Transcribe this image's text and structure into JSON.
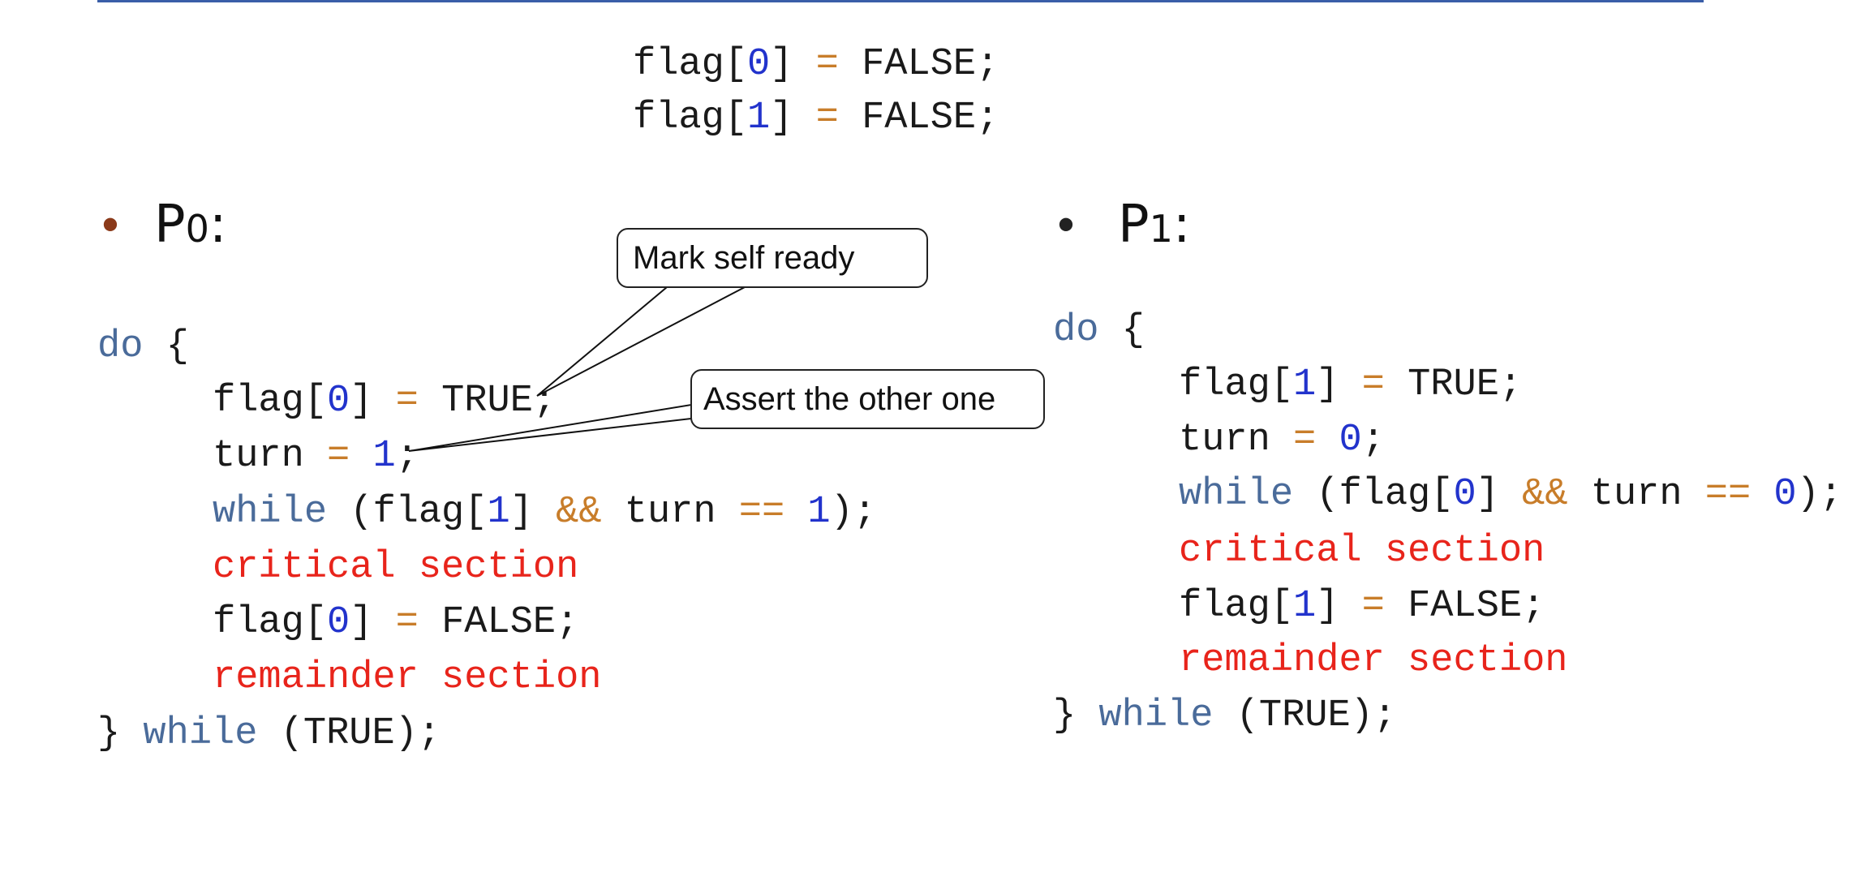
{
  "colors": {
    "rule": "#3a5ea8",
    "bullet_p0": "#8b3a1a",
    "bullet_p1": "#222222"
  },
  "init": {
    "line1": {
      "a": "flag[",
      "n": "0",
      "b": "] ",
      "op": "=",
      "c": " FALSE;"
    },
    "line2": {
      "a": "flag[",
      "n": "1",
      "b": "] ",
      "op": "=",
      "c": " FALSE;"
    }
  },
  "p0": {
    "label": "P",
    "sub": "0",
    "colon": ":",
    "do_kw": "do",
    "brace_open": " {",
    "l1": {
      "a": "flag[",
      "n": "0",
      "b": "] ",
      "op": "=",
      "c": " TRUE;"
    },
    "l2": {
      "a": "turn ",
      "op": "=",
      "sp": " ",
      "n": "1",
      "c": ";"
    },
    "l3": {
      "kw": "while",
      "a": " (flag[",
      "n1": "1",
      "b": "] ",
      "op1": "&&",
      "c": " turn ",
      "op2": "==",
      "sp": " ",
      "n2": "1",
      "d": ");"
    },
    "l4": "critical section",
    "l5": {
      "a": "flag[",
      "n": "0",
      "b": "] ",
      "op": "=",
      "c": " FALSE;"
    },
    "l6": "remainder section",
    "close": {
      "a": "} ",
      "kw": "while",
      "b": " (TRUE);"
    }
  },
  "p1": {
    "label": "P",
    "sub": "1",
    "colon": ":",
    "do_kw": "do",
    "brace_open": " {",
    "l1": {
      "a": "flag[",
      "n": "1",
      "b": "] ",
      "op": "=",
      "c": " TRUE;"
    },
    "l2": {
      "a": "turn ",
      "op": "=",
      "sp": " ",
      "n": "0",
      "c": ";"
    },
    "l3": {
      "kw": "while",
      "a": " (flag[",
      "n1": "0",
      "b": "] ",
      "op1": "&&",
      "c": " turn ",
      "op2": "==",
      "sp": " ",
      "n2": "0",
      "d": ");"
    },
    "l4": "critical section",
    "l5": {
      "a": "flag[",
      "n": "1",
      "b": "] ",
      "op": "=",
      "c": " FALSE;"
    },
    "l6": "remainder section",
    "close": {
      "a": "} ",
      "kw": "while",
      "b": " (TRUE);"
    }
  },
  "callouts": {
    "mark_self_ready": "Mark self ready",
    "assert_other": "Assert the other one"
  }
}
